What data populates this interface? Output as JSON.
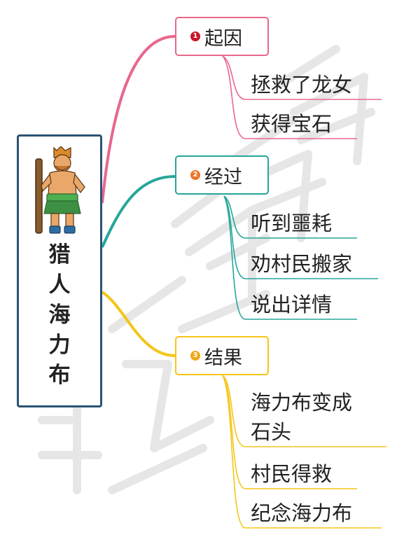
{
  "root": {
    "title_chars": [
      "猎",
      "人",
      "海",
      "力",
      "布"
    ],
    "image": "hunter-figure"
  },
  "branches": [
    {
      "number": "1",
      "label": "起因",
      "color": "#e8688c",
      "badge_color": "#c9162a",
      "items": [
        "拯救了龙女",
        "获得宝石"
      ]
    },
    {
      "number": "2",
      "label": "经过",
      "color": "#26a69a",
      "badge_color": "#e8762a",
      "items": [
        "听到噩耗",
        "劝村民搬家",
        "说出详情"
      ]
    },
    {
      "number": "3",
      "label": "结果",
      "color": "#f5c518",
      "badge_color": "#f0a818",
      "items": [
        "海力布变成",
        "石头",
        "村民得救",
        "纪念海力布"
      ]
    }
  ]
}
